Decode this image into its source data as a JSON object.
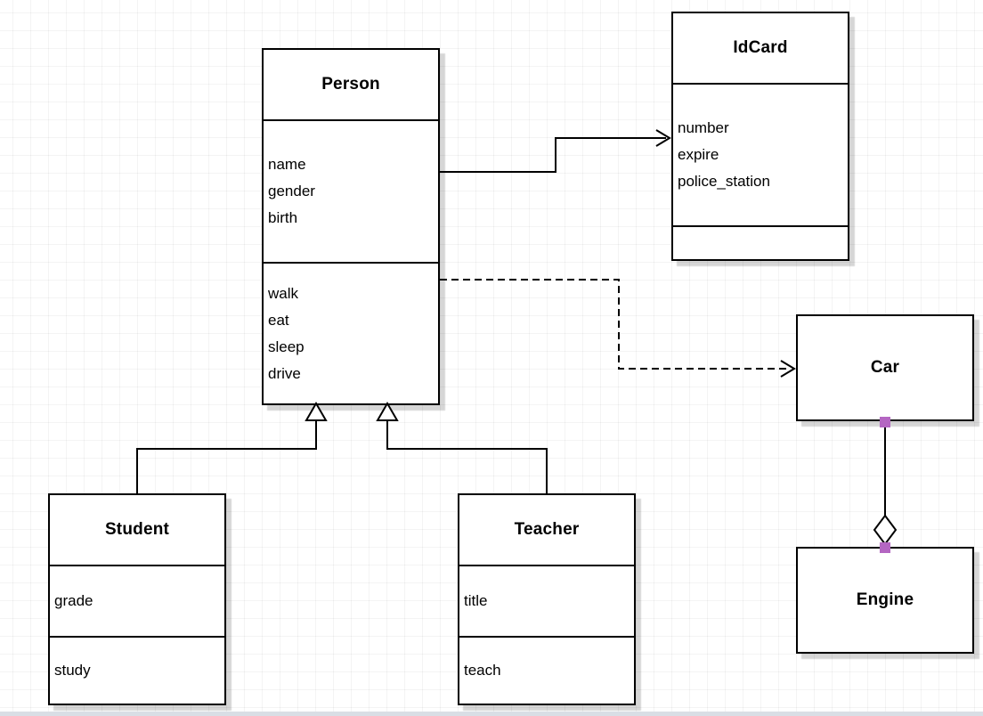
{
  "diagram": {
    "type": "uml-class-diagram",
    "classes": {
      "person": {
        "title": "Person",
        "attributes": [
          "name",
          "gender",
          "birth"
        ],
        "methods": [
          "walk",
          "eat",
          "sleep",
          "drive"
        ]
      },
      "idcard": {
        "title": "IdCard",
        "attributes": [
          "number",
          "expire",
          "police_station"
        ],
        "methods": []
      },
      "car": {
        "title": "Car"
      },
      "engine": {
        "title": "Engine"
      },
      "student": {
        "title": "Student",
        "attributes": [
          "grade"
        ],
        "methods": [
          "study"
        ]
      },
      "teacher": {
        "title": "Teacher",
        "attributes": [
          "title"
        ],
        "methods": [
          "teach"
        ]
      }
    },
    "relationships": [
      {
        "type": "association",
        "from": "Person",
        "to": "IdCard",
        "line": "solid",
        "arrowhead": "open"
      },
      {
        "type": "dependency",
        "from": "Person",
        "to": "Car",
        "line": "dashed",
        "arrowhead": "open"
      },
      {
        "type": "generalization",
        "from": "Student",
        "to": "Person",
        "line": "solid",
        "arrowhead": "hollow-triangle"
      },
      {
        "type": "generalization",
        "from": "Teacher",
        "to": "Person",
        "line": "solid",
        "arrowhead": "hollow-triangle"
      },
      {
        "type": "aggregation",
        "from": "Car",
        "to": "Engine",
        "line": "solid",
        "marker": "hollow-diamond",
        "endpoint_handles": 2
      }
    ]
  },
  "colors": {
    "line": "#000000",
    "box_fill": "#ffffff",
    "connection_handle": "#b466c2",
    "canvas_bottom_edge": "#d9dee5"
  }
}
